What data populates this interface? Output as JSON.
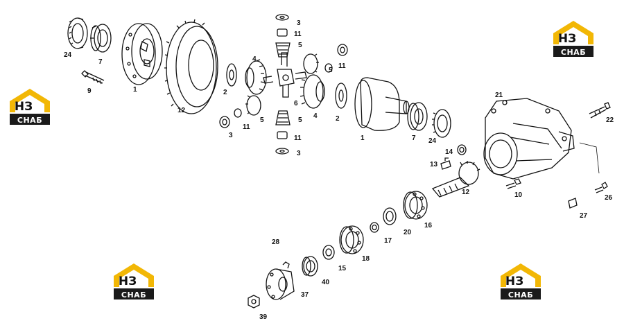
{
  "logo": {
    "main_text": "НЗ",
    "sub_text": "СНАБ",
    "color_yellow": "#f2b705",
    "color_dark": "#1a1a1a"
  },
  "part_numbers": [
    "24",
    "7",
    "1",
    "9",
    "12",
    "2",
    "3",
    "11",
    "5",
    "4",
    "6",
    "11",
    "5",
    "3",
    "11",
    "5",
    "3",
    "5",
    "11",
    "4",
    "2",
    "1",
    "7",
    "24",
    "21",
    "22",
    "14",
    "13",
    "12",
    "10",
    "26",
    "27",
    "16",
    "20",
    "17",
    "28",
    "15",
    "18",
    "40",
    "37",
    "39"
  ]
}
